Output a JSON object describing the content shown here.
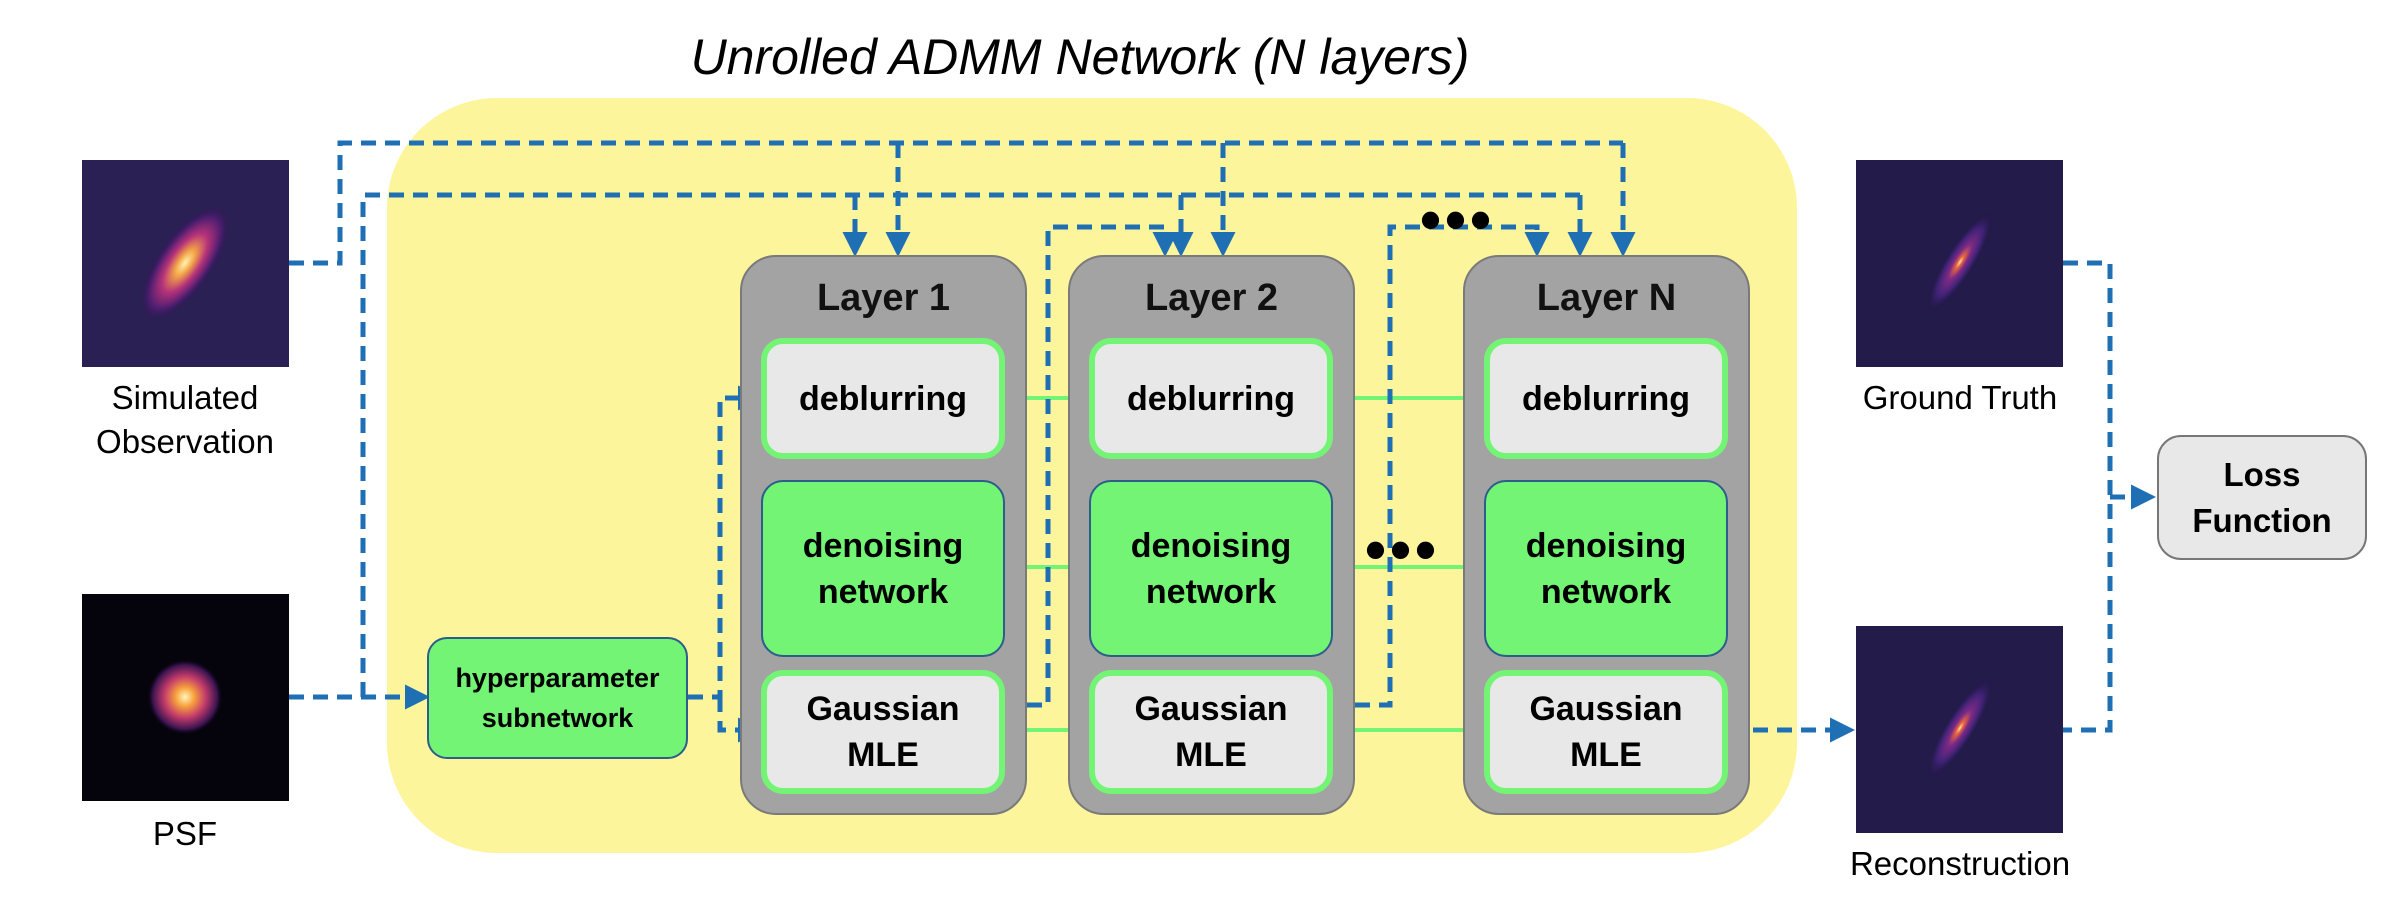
{
  "title": "Unrolled ADMM Network (N layers)",
  "inputs": {
    "observation_label_line1": "Simulated",
    "observation_label_line2": "Observation",
    "psf_label": "PSF"
  },
  "outputs": {
    "ground_truth_label": "Ground Truth",
    "reconstruction_label": "Reconstruction",
    "loss_line1": "Loss",
    "loss_line2": "Function"
  },
  "hyperparameter": {
    "line1": "hyperparameter",
    "line2": "subnetwork"
  },
  "layers": [
    {
      "title": "Layer 1",
      "deblur": "deblurring",
      "denoise_line1": "denoising",
      "denoise_line2": "network",
      "mle_line1": "Gaussian",
      "mle_line2": "MLE"
    },
    {
      "title": "Layer 2",
      "deblur": "deblurring",
      "denoise_line1": "denoising",
      "denoise_line2": "network",
      "mle_line1": "Gaussian",
      "mle_line2": "MLE"
    },
    {
      "title": "Layer N",
      "deblur": "deblurring",
      "denoise_line1": "denoising",
      "denoise_line2": "network",
      "mle_line1": "Gaussian",
      "mle_line2": "MLE"
    }
  ],
  "ellipsis": "•••",
  "colors": {
    "panel": "#fdf59c",
    "layer_fill": "#a3a3a3",
    "green": "#74f474",
    "module_gray": "#e8e8e8",
    "arrow_blue": "#1f6fb5"
  }
}
